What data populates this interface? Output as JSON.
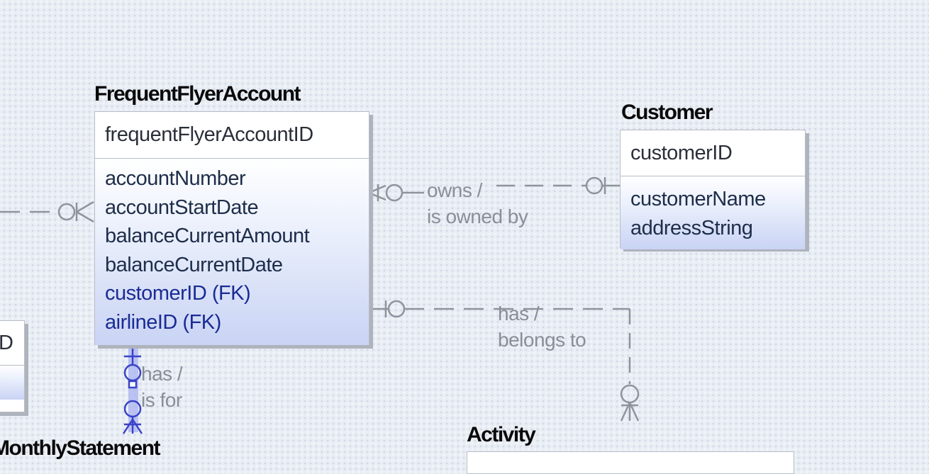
{
  "entities": {
    "frequent_flyer_account": {
      "title": "FrequentFlyerAccount",
      "pk": "frequentFlyerAccountID",
      "attributes": [
        "accountNumber",
        "accountStartDate",
        "balanceCurrentAmount",
        "balanceCurrentDate"
      ],
      "foreign_keys": [
        "customerID (FK)",
        "airlineID (FK)"
      ]
    },
    "customer": {
      "title": "Customer",
      "pk": "customerID",
      "attributes": [
        "customerName",
        "addressString"
      ]
    },
    "partial_left": {
      "pk_fragment": "D"
    },
    "monthly_statement": {
      "title": "MonthlyStatement"
    },
    "activity": {
      "title": "Activity"
    }
  },
  "relationships": {
    "owns": {
      "line1": "owns /",
      "line2": "is owned by"
    },
    "has_activity": {
      "line1": "has /",
      "line2": "belongs to"
    },
    "has_statement": {
      "line1": "has /",
      "line2": "is for"
    }
  },
  "colors": {
    "line": "#8f949c",
    "line_selected": "#3a43c8",
    "accent_fk": "#1a2b95"
  }
}
